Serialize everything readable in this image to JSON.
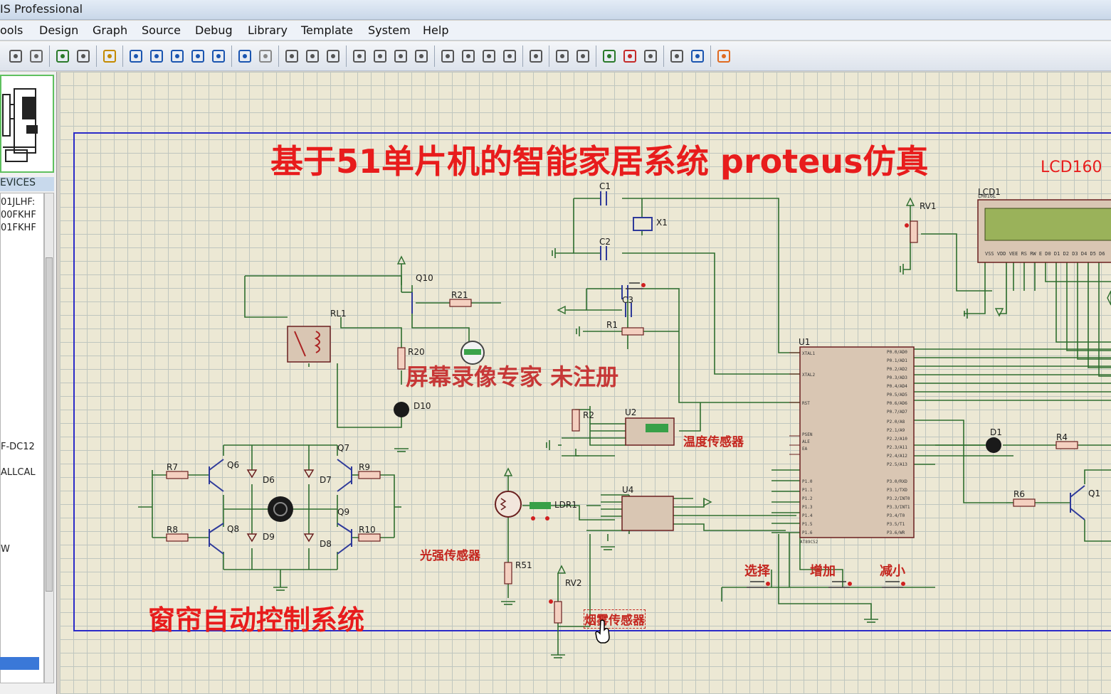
{
  "window": {
    "title": "IS Professional"
  },
  "menu": [
    "ools",
    "Design",
    "Graph",
    "Source",
    "Debug",
    "Library",
    "Template",
    "System",
    "Help"
  ],
  "toolbar_icons": [
    "print-icon",
    "page-icon",
    "refresh-icon",
    "grid-icon",
    "origin-icon",
    "pan-icon",
    "zoom-in-icon",
    "zoom-out-icon",
    "zoom-all-icon",
    "zoom-area-icon",
    "undo-icon",
    "redo-icon",
    "cut-icon",
    "copy-icon",
    "paste-icon",
    "block-copy-icon",
    "block-move-icon",
    "block-rotate-icon",
    "block-delete-icon",
    "pick-device-icon",
    "make-device-icon",
    "packaging-icon",
    "decompose-icon",
    "wire-autorouter-icon",
    "search-icon",
    "property-tool-icon",
    "new-sheet-icon",
    "remove-sheet-icon",
    "exit-parent-icon",
    "bom-icon",
    "erc-icon",
    "ares-icon"
  ],
  "devices_panel": {
    "header": "EVICES",
    "items": [
      "01JLHF:",
      "00FKHF",
      "01FKHF",
      "F-DC12",
      "ALLCAL",
      "W"
    ]
  },
  "schematic": {
    "main_title": "基于51单片机的智能家居系统 proteus仿真",
    "watermark": "屏幕录像专家 未注册",
    "curtain_label": "窗帘自动控制系统",
    "temp_sensor_label": "温度传感器",
    "light_sensor_label": "光强传感器",
    "smoke_sensor_label": "烟雾传感器",
    "btn_select": "选择",
    "btn_increase": "增加",
    "btn_decrease": "减小",
    "lcd_label": "LCD160",
    "refs": {
      "c1": "C1",
      "c2": "C2",
      "c3": "C3",
      "x1": "X1",
      "r1": "R1",
      "u1": "U1",
      "rv1": "RV1",
      "lcd1": "LCD1",
      "q10": "Q10",
      "r21": "R21",
      "rl1": "RL1",
      "r20": "R20",
      "d10": "D10",
      "r2": "R2",
      "u2": "U2",
      "q6": "Q6",
      "q7": "Q7",
      "q8": "Q8",
      "q9": "Q9",
      "d6": "D6",
      "d7": "D7",
      "d8": "D8",
      "d9": "D9",
      "r7": "R7",
      "r8": "R8",
      "r9": "R9",
      "r10": "R10",
      "ldr1": "LDR1",
      "r51": "R51",
      "rv2": "RV2",
      "u4": "U4",
      "d1": "D1",
      "r4": "R4",
      "r6": "R6",
      "q1": "Q1"
    }
  }
}
